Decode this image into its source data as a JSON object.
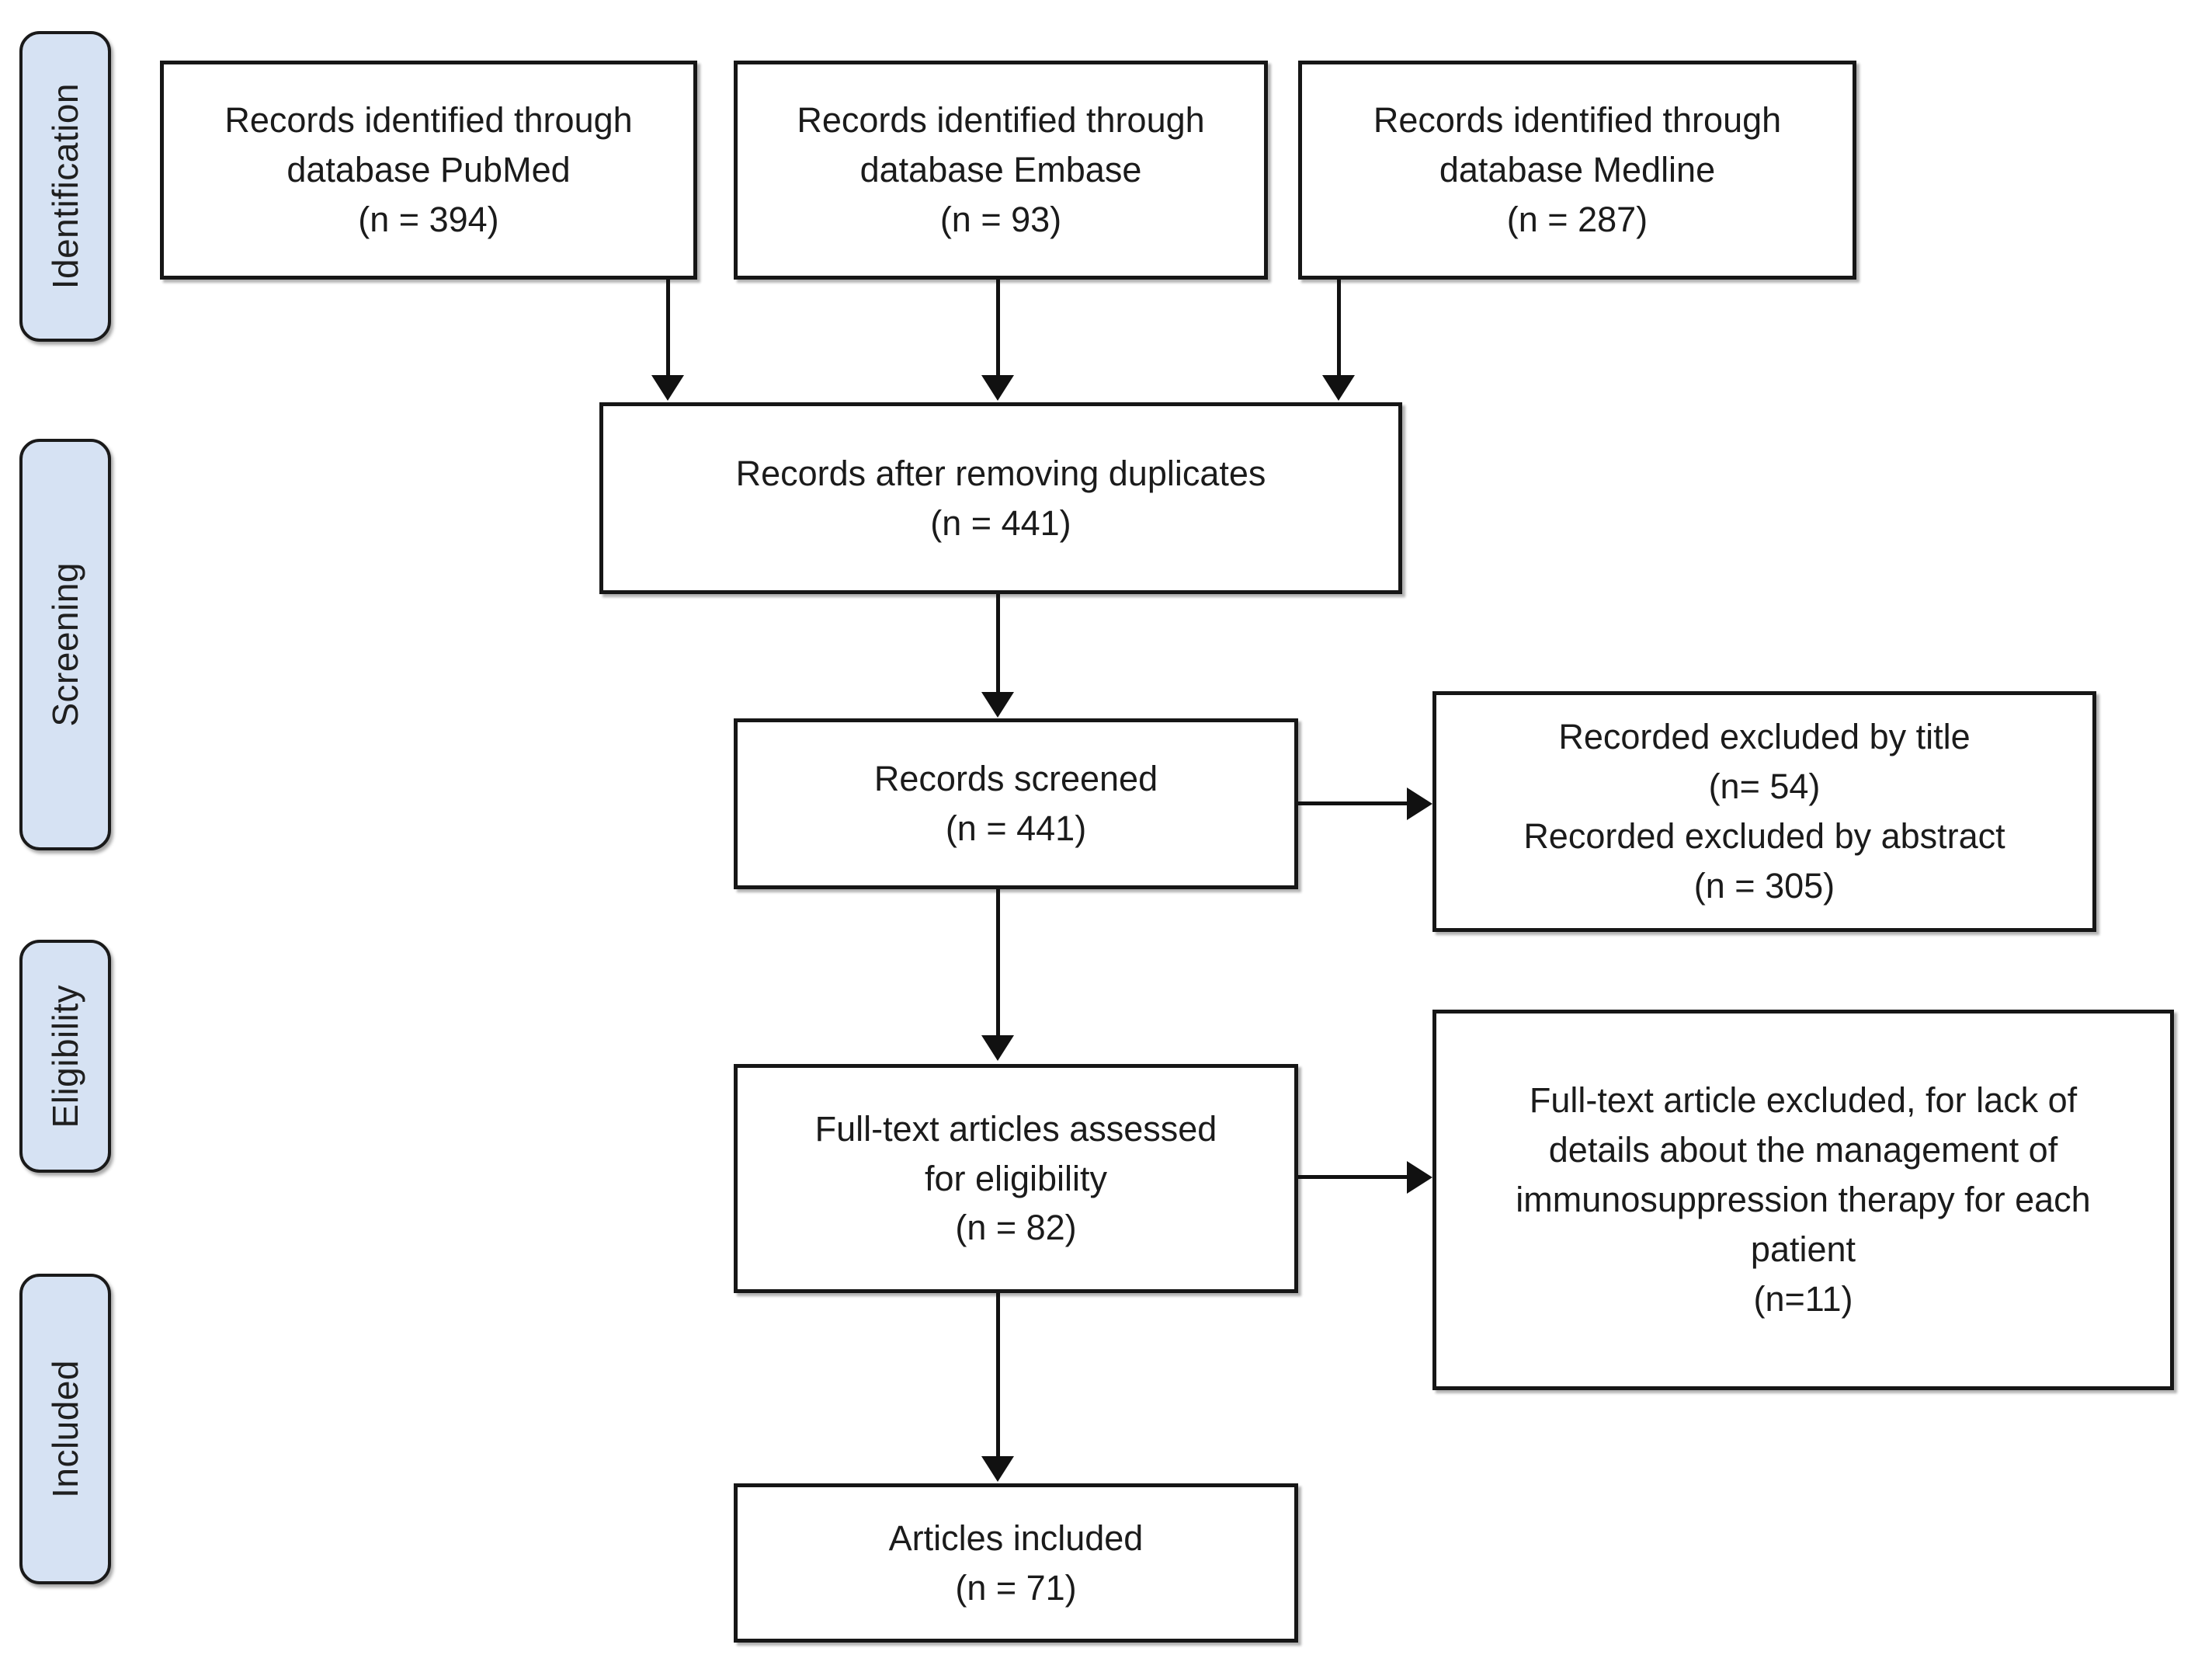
{
  "diagram": {
    "type": "prisma-flow-diagram",
    "title": "PRISMA study selection flow diagram",
    "accent_color": "#d6e2f3",
    "line_color": "#111111",
    "text_color": "#1b1b1b"
  },
  "stages": [
    {
      "id": "identification",
      "label": "Identification"
    },
    {
      "id": "screening",
      "label": "Screening"
    },
    {
      "id": "eligibility",
      "label": "Eligibility"
    },
    {
      "id": "included",
      "label": "Included"
    }
  ],
  "boxes": {
    "pubmed": {
      "line1": "Records identified through",
      "line2": "database PubMed",
      "count": "(n = 394)",
      "text": "Records identified through\ndatabase PubMed\n(n = 394)"
    },
    "embase": {
      "line1": "Records identified through",
      "line2": "database Embase",
      "count": "(n = 93)",
      "text": "Records identified through\ndatabase Embase\n(n = 93)"
    },
    "medline": {
      "line1": "Records identified through",
      "line2": "database Medline",
      "count": "(n = 287)",
      "text": "Records identified through\ndatabase Medline\n(n = 287)"
    },
    "duplicates": {
      "line1": "Records after removing duplicates",
      "count": "(n = 441)",
      "text": "Records after removing duplicates\n(n = 441)"
    },
    "screened": {
      "line1": "Records screened",
      "count": "(n = 441)",
      "text": "Records screened\n(n = 441)"
    },
    "excluded_screening": {
      "line1": "Recorded excluded by title",
      "count1": "(n= 54)",
      "line2": "Recorded excluded by abstract",
      "count2": "(n = 305)",
      "text": "Recorded excluded by title\n(n= 54)\nRecorded excluded by abstract\n(n = 305)"
    },
    "fulltext_assessed": {
      "line1": "Full-text articles assessed",
      "line2": "for eligibility",
      "count": "(n = 82)",
      "text": "Full-text articles assessed\nfor eligibility\n(n = 82)"
    },
    "fulltext_excluded": {
      "line1": "Full-text article excluded, for lack of",
      "line2": "details about the management of",
      "line3": "immunosuppression therapy for each",
      "line4": "patient",
      "count": "(n=11)",
      "text": "Full-text article excluded, for lack of\ndetails about the management of\nimmunosuppression therapy for each\npatient\n(n=11)"
    },
    "articles_included": {
      "line1": "Articles included",
      "count": "(n = 71)",
      "text": "Articles included\n(n = 71)"
    }
  },
  "chart_data": {
    "type": "diagram",
    "title": "PRISMA study selection flow diagram",
    "nodes": [
      {
        "id": "pubmed",
        "stage": "Identification",
        "label": "Records identified through database PubMed",
        "n": 394
      },
      {
        "id": "embase",
        "stage": "Identification",
        "label": "Records identified through database Embase",
        "n": 93
      },
      {
        "id": "medline",
        "stage": "Identification",
        "label": "Records identified through database Medline",
        "n": 287
      },
      {
        "id": "duplicates",
        "stage": "Screening",
        "label": "Records after removing duplicates",
        "n": 441
      },
      {
        "id": "screened",
        "stage": "Screening",
        "label": "Records screened",
        "n": 441
      },
      {
        "id": "excluded_title",
        "stage": "Screening",
        "label": "Recorded excluded by title",
        "n": 54
      },
      {
        "id": "excluded_abstract",
        "stage": "Screening",
        "label": "Recorded excluded by abstract",
        "n": 305
      },
      {
        "id": "fulltext_assessed",
        "stage": "Eligibility",
        "label": "Full-text articles assessed for eligibility",
        "n": 82
      },
      {
        "id": "fulltext_excluded",
        "stage": "Eligibility",
        "label": "Full-text article excluded, for lack of details about the management of immunosuppression therapy for each patient",
        "n": 11
      },
      {
        "id": "articles_included",
        "stage": "Included",
        "label": "Articles included",
        "n": 71
      }
    ],
    "edges": [
      {
        "from": "pubmed",
        "to": "duplicates",
        "direction": "down"
      },
      {
        "from": "embase",
        "to": "duplicates",
        "direction": "down"
      },
      {
        "from": "medline",
        "to": "duplicates",
        "direction": "down"
      },
      {
        "from": "duplicates",
        "to": "screened",
        "direction": "down"
      },
      {
        "from": "screened",
        "to": "excluded_title",
        "direction": "right"
      },
      {
        "from": "screened",
        "to": "fulltext_assessed",
        "direction": "down"
      },
      {
        "from": "fulltext_assessed",
        "to": "fulltext_excluded",
        "direction": "right"
      },
      {
        "from": "fulltext_assessed",
        "to": "articles_included",
        "direction": "down"
      }
    ]
  }
}
